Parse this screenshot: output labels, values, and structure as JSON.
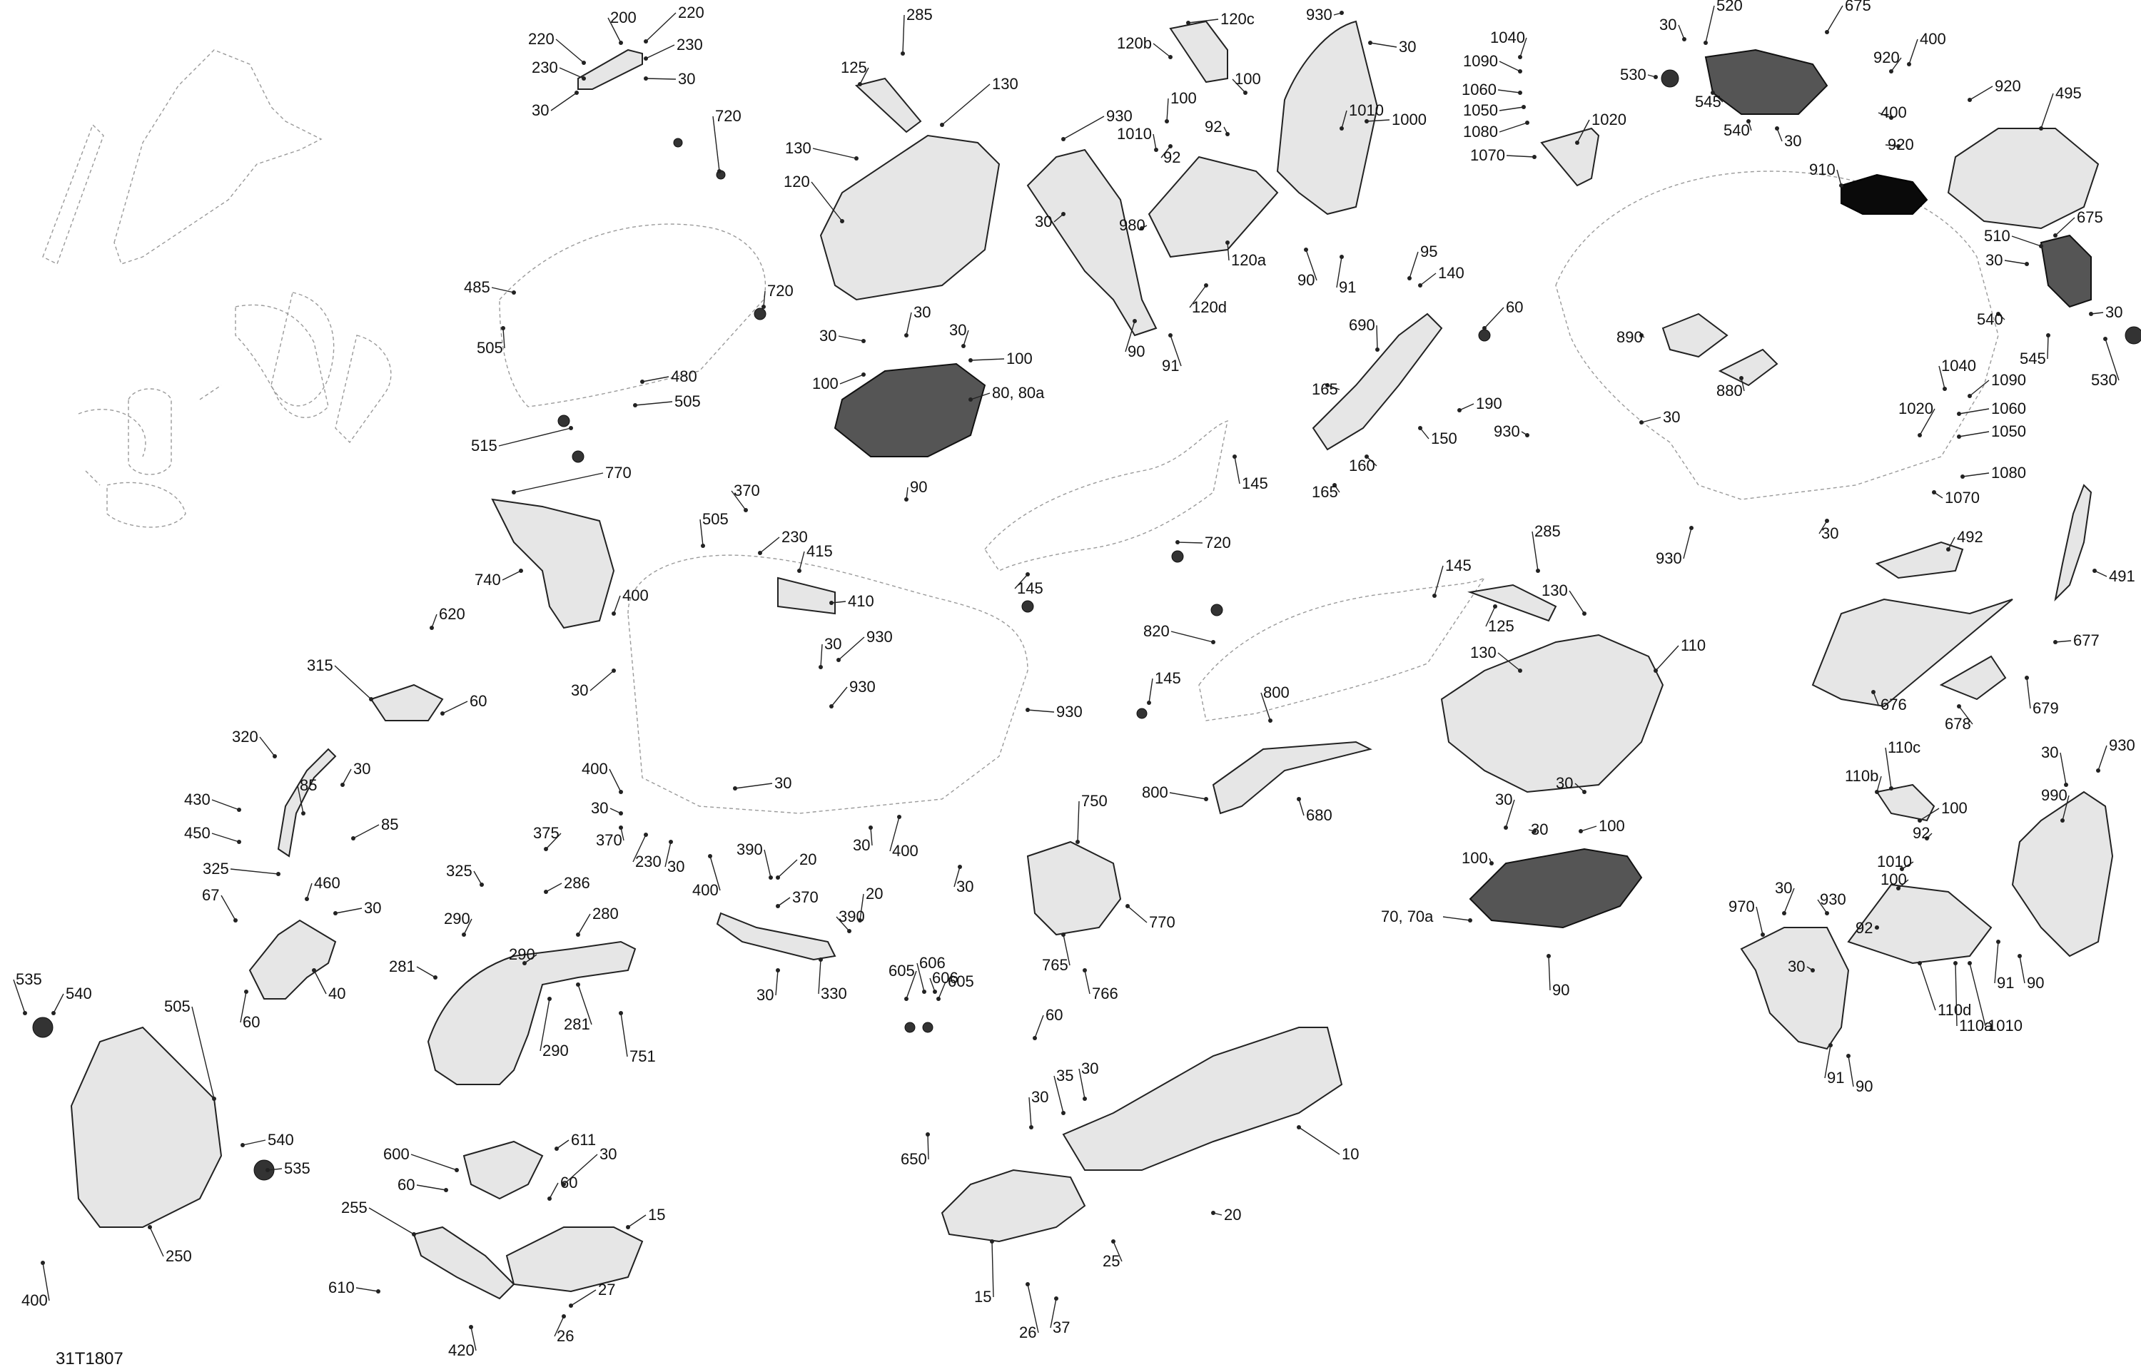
{
  "diagram_code": "31T1807",
  "callouts": [
    {
      "id": "c285a",
      "label": "285"
    },
    {
      "id": "c200",
      "label": "200"
    },
    {
      "id": "c220a",
      "label": "220"
    },
    {
      "id": "c220b",
      "label": "220"
    },
    {
      "id": "c230a",
      "label": "230"
    },
    {
      "id": "c230b",
      "label": "230"
    },
    {
      "id": "c30a",
      "label": "30"
    },
    {
      "id": "c30b",
      "label": "30"
    },
    {
      "id": "c125a",
      "label": "125"
    },
    {
      "id": "c130a",
      "label": "130"
    },
    {
      "id": "c130b",
      "label": "130"
    },
    {
      "id": "c120",
      "label": "120"
    },
    {
      "id": "c720a",
      "label": "720"
    },
    {
      "id": "c720b",
      "label": "720"
    },
    {
      "id": "c485",
      "label": "485"
    },
    {
      "id": "c505a",
      "label": "505"
    },
    {
      "id": "c480",
      "label": "480"
    },
    {
      "id": "c505b",
      "label": "505"
    },
    {
      "id": "c515",
      "label": "515"
    },
    {
      "id": "c120c",
      "label": "120c"
    },
    {
      "id": "c120b",
      "label": "120b"
    },
    {
      "id": "c930a",
      "label": "930"
    },
    {
      "id": "c1010a",
      "label": "1010"
    },
    {
      "id": "c1010b",
      "label": "1010"
    },
    {
      "id": "c100a",
      "label": "100"
    },
    {
      "id": "c100b",
      "label": "100"
    },
    {
      "id": "c92a",
      "label": "92"
    },
    {
      "id": "c92b",
      "label": "92"
    },
    {
      "id": "c30c",
      "label": "30"
    },
    {
      "id": "c980",
      "label": "980"
    },
    {
      "id": "c120a",
      "label": "120a"
    },
    {
      "id": "c120d",
      "label": "120d"
    },
    {
      "id": "c90a",
      "label": "90"
    },
    {
      "id": "c91a",
      "label": "91"
    },
    {
      "id": "c930b",
      "label": "930"
    },
    {
      "id": "c30d",
      "label": "30"
    },
    {
      "id": "c1000",
      "label": "1000"
    },
    {
      "id": "c90b",
      "label": "90"
    },
    {
      "id": "c91b",
      "label": "91"
    },
    {
      "id": "c30e",
      "label": "30"
    },
    {
      "id": "c30f",
      "label": "30"
    },
    {
      "id": "c100c",
      "label": "100"
    },
    {
      "id": "c100d",
      "label": "100"
    },
    {
      "id": "c30g",
      "label": "30"
    },
    {
      "id": "c8080a",
      "label": "80, 80a"
    },
    {
      "id": "c90c",
      "label": "90"
    },
    {
      "id": "c1040a",
      "label": "1040"
    },
    {
      "id": "c1090a",
      "label": "1090"
    },
    {
      "id": "c1060a",
      "label": "1060"
    },
    {
      "id": "c1050a",
      "label": "1050"
    },
    {
      "id": "c1080a",
      "label": "1080"
    },
    {
      "id": "c1070a",
      "label": "1070"
    },
    {
      "id": "c1020a",
      "label": "1020"
    },
    {
      "id": "c95",
      "label": "95"
    },
    {
      "id": "c140",
      "label": "140"
    },
    {
      "id": "c60a",
      "label": "60"
    },
    {
      "id": "c690",
      "label": "690"
    },
    {
      "id": "c165a",
      "label": "165"
    },
    {
      "id": "c190",
      "label": "190"
    },
    {
      "id": "c150",
      "label": "150"
    },
    {
      "id": "c930c",
      "label": "930"
    },
    {
      "id": "c165b",
      "label": "165"
    },
    {
      "id": "c160",
      "label": "160"
    },
    {
      "id": "c520",
      "label": "520"
    },
    {
      "id": "c675a",
      "label": "675"
    },
    {
      "id": "c30h",
      "label": "30"
    },
    {
      "id": "c530a",
      "label": "530"
    },
    {
      "id": "c545a",
      "label": "545"
    },
    {
      "id": "c540a",
      "label": "540"
    },
    {
      "id": "c30i",
      "label": "30"
    },
    {
      "id": "c920a",
      "label": "920"
    },
    {
      "id": "c400a",
      "label": "400"
    },
    {
      "id": "c920b",
      "label": "920"
    },
    {
      "id": "c400b",
      "label": "400"
    },
    {
      "id": "c920c",
      "label": "920"
    },
    {
      "id": "c495",
      "label": "495"
    },
    {
      "id": "c910",
      "label": "910"
    },
    {
      "id": "c675b",
      "label": "675"
    },
    {
      "id": "c510",
      "label": "510"
    },
    {
      "id": "c30j",
      "label": "30"
    },
    {
      "id": "c540b",
      "label": "540"
    },
    {
      "id": "c30k",
      "label": "30"
    },
    {
      "id": "c545b",
      "label": "545"
    },
    {
      "id": "c530b",
      "label": "530"
    },
    {
      "id": "c890",
      "label": "890"
    },
    {
      "id": "c880",
      "label": "880"
    },
    {
      "id": "c30l",
      "label": "30"
    },
    {
      "id": "c1040b",
      "label": "1040"
    },
    {
      "id": "c1090b",
      "label": "1090"
    },
    {
      "id": "c1060b",
      "label": "1060"
    },
    {
      "id": "c1050b",
      "label": "1050"
    },
    {
      "id": "c1020b",
      "label": "1020"
    },
    {
      "id": "c1080b",
      "label": "1080"
    },
    {
      "id": "c1070b",
      "label": "1070"
    },
    {
      "id": "c930d",
      "label": "930"
    },
    {
      "id": "c30m",
      "label": "30"
    },
    {
      "id": "c492",
      "label": "492"
    },
    {
      "id": "c491",
      "label": "491"
    },
    {
      "id": "c676",
      "label": "676"
    },
    {
      "id": "c679",
      "label": "679"
    },
    {
      "id": "c677",
      "label": "677"
    },
    {
      "id": "c678",
      "label": "678"
    },
    {
      "id": "c770a",
      "label": "770"
    },
    {
      "id": "c740",
      "label": "740"
    },
    {
      "id": "c400c",
      "label": "400"
    },
    {
      "id": "c30n",
      "label": "30"
    },
    {
      "id": "c370a",
      "label": "370"
    },
    {
      "id": "c505c",
      "label": "505"
    },
    {
      "id": "c230c",
      "label": "230"
    },
    {
      "id": "c415",
      "label": "415"
    },
    {
      "id": "c410",
      "label": "410"
    },
    {
      "id": "c930e",
      "label": "930"
    },
    {
      "id": "c30o",
      "label": "30"
    },
    {
      "id": "c930f",
      "label": "930"
    },
    {
      "id": "c145a",
      "label": "145"
    },
    {
      "id": "c720c",
      "label": "720"
    },
    {
      "id": "c145b",
      "label": "145"
    },
    {
      "id": "c145c",
      "label": "145"
    },
    {
      "id": "c820",
      "label": "820"
    },
    {
      "id": "c145d",
      "label": "145"
    },
    {
      "id": "c800a",
      "label": "800"
    },
    {
      "id": "c800b",
      "label": "800"
    },
    {
      "id": "c680",
      "label": "680"
    },
    {
      "id": "c285b",
      "label": "285"
    },
    {
      "id": "c125b",
      "label": "125"
    },
    {
      "id": "c130c",
      "label": "130"
    },
    {
      "id": "c130d",
      "label": "130"
    },
    {
      "id": "c110",
      "label": "110"
    },
    {
      "id": "c30p",
      "label": "30"
    },
    {
      "id": "c30q",
      "label": "30"
    },
    {
      "id": "c30r",
      "label": "30"
    },
    {
      "id": "c100e",
      "label": "100"
    },
    {
      "id": "c100f",
      "label": "100"
    },
    {
      "id": "c7070a",
      "label": "70, 70a"
    },
    {
      "id": "c90d",
      "label": "90"
    },
    {
      "id": "c620",
      "label": "620"
    },
    {
      "id": "c315",
      "label": "315"
    },
    {
      "id": "c60b",
      "label": "60"
    },
    {
      "id": "c320",
      "label": "320"
    },
    {
      "id": "c85a",
      "label": "85"
    },
    {
      "id": "c30s",
      "label": "30"
    },
    {
      "id": "c85b",
      "label": "85"
    },
    {
      "id": "c430",
      "label": "430"
    },
    {
      "id": "c450",
      "label": "450"
    },
    {
      "id": "c325a",
      "label": "325"
    },
    {
      "id": "c460",
      "label": "460"
    },
    {
      "id": "c67",
      "label": "67"
    },
    {
      "id": "c30t",
      "label": "30"
    },
    {
      "id": "c40",
      "label": "40"
    },
    {
      "id": "c60c",
      "label": "60"
    },
    {
      "id": "c400d",
      "label": "400"
    },
    {
      "id": "c30u",
      "label": "30"
    },
    {
      "id": "c370b",
      "label": "370"
    },
    {
      "id": "c230d",
      "label": "230"
    },
    {
      "id": "c30v",
      "label": "30"
    },
    {
      "id": "c30w",
      "label": "30"
    },
    {
      "id": "c400e",
      "label": "400"
    },
    {
      "id": "c930g",
      "label": "930"
    },
    {
      "id": "c30x",
      "label": "30"
    },
    {
      "id": "c400f",
      "label": "400"
    },
    {
      "id": "c30y",
      "label": "30"
    },
    {
      "id": "c750",
      "label": "750"
    },
    {
      "id": "c770b",
      "label": "770"
    },
    {
      "id": "c765",
      "label": "765"
    },
    {
      "id": "c766",
      "label": "766"
    },
    {
      "id": "c390a",
      "label": "390"
    },
    {
      "id": "c20a",
      "label": "20"
    },
    {
      "id": "c370c",
      "label": "370"
    },
    {
      "id": "c390b",
      "label": "390"
    },
    {
      "id": "c20b",
      "label": "20"
    },
    {
      "id": "c30z",
      "label": "30"
    },
    {
      "id": "c330",
      "label": "330"
    },
    {
      "id": "c605a",
      "label": "605"
    },
    {
      "id": "c606a",
      "label": "606"
    },
    {
      "id": "c605b",
      "label": "605"
    },
    {
      "id": "c606b",
      "label": "606"
    },
    {
      "id": "c375",
      "label": "375"
    },
    {
      "id": "c325b",
      "label": "325"
    },
    {
      "id": "c286",
      "label": "286"
    },
    {
      "id": "c290a",
      "label": "290"
    },
    {
      "id": "c280",
      "label": "280"
    },
    {
      "id": "c290b",
      "label": "290"
    },
    {
      "id": "c281a",
      "label": "281"
    },
    {
      "id": "c281b",
      "label": "281"
    },
    {
      "id": "c290c",
      "label": "290"
    },
    {
      "id": "c751",
      "label": "751"
    },
    {
      "id": "c535a",
      "label": "535"
    },
    {
      "id": "c540c",
      "label": "540"
    },
    {
      "id": "c505d",
      "label": "505"
    },
    {
      "id": "c540d",
      "label": "540"
    },
    {
      "id": "c535b",
      "label": "535"
    },
    {
      "id": "c250",
      "label": "250"
    },
    {
      "id": "c400g",
      "label": "400"
    },
    {
      "id": "c600",
      "label": "600"
    },
    {
      "id": "c611",
      "label": "611"
    },
    {
      "id": "c60d",
      "label": "60"
    },
    {
      "id": "c60e",
      "label": "60"
    },
    {
      "id": "c30aa",
      "label": "30"
    },
    {
      "id": "c255",
      "label": "255"
    },
    {
      "id": "c15a",
      "label": "15"
    },
    {
      "id": "c610",
      "label": "610"
    },
    {
      "id": "c27",
      "label": "27"
    },
    {
      "id": "c26a",
      "label": "26"
    },
    {
      "id": "c420",
      "label": "420"
    },
    {
      "id": "c60f",
      "label": "60"
    },
    {
      "id": "c30ab",
      "label": "30"
    },
    {
      "id": "c35",
      "label": "35"
    },
    {
      "id": "c30ac",
      "label": "30"
    },
    {
      "id": "c10",
      "label": "10"
    },
    {
      "id": "c650",
      "label": "650"
    },
    {
      "id": "c20c",
      "label": "20"
    },
    {
      "id": "c25",
      "label": "25"
    },
    {
      "id": "c15b",
      "label": "15"
    },
    {
      "id": "c26b",
      "label": "26"
    },
    {
      "id": "c37",
      "label": "37"
    },
    {
      "id": "c110c",
      "label": "110c"
    },
    {
      "id": "c110b",
      "label": "110b"
    },
    {
      "id": "c100g",
      "label": "100"
    },
    {
      "id": "c92c",
      "label": "92"
    },
    {
      "id": "c1010c",
      "label": "1010"
    },
    {
      "id": "c100h",
      "label": "100"
    },
    {
      "id": "c92d",
      "label": "92"
    },
    {
      "id": "c970",
      "label": "970"
    },
    {
      "id": "c30ad",
      "label": "30"
    },
    {
      "id": "c930h",
      "label": "930"
    },
    {
      "id": "c30ae",
      "label": "30"
    },
    {
      "id": "c30af",
      "label": "30"
    },
    {
      "id": "c930i",
      "label": "930"
    },
    {
      "id": "c990",
      "label": "990"
    },
    {
      "id": "c110d",
      "label": "110d"
    },
    {
      "id": "c110a",
      "label": "110a"
    },
    {
      "id": "c1010d",
      "label": "1010"
    },
    {
      "id": "c91c",
      "label": "91"
    },
    {
      "id": "c90e",
      "label": "90"
    },
    {
      "id": "c91d",
      "label": "91"
    },
    {
      "id": "c90f",
      "label": "90"
    }
  ]
}
